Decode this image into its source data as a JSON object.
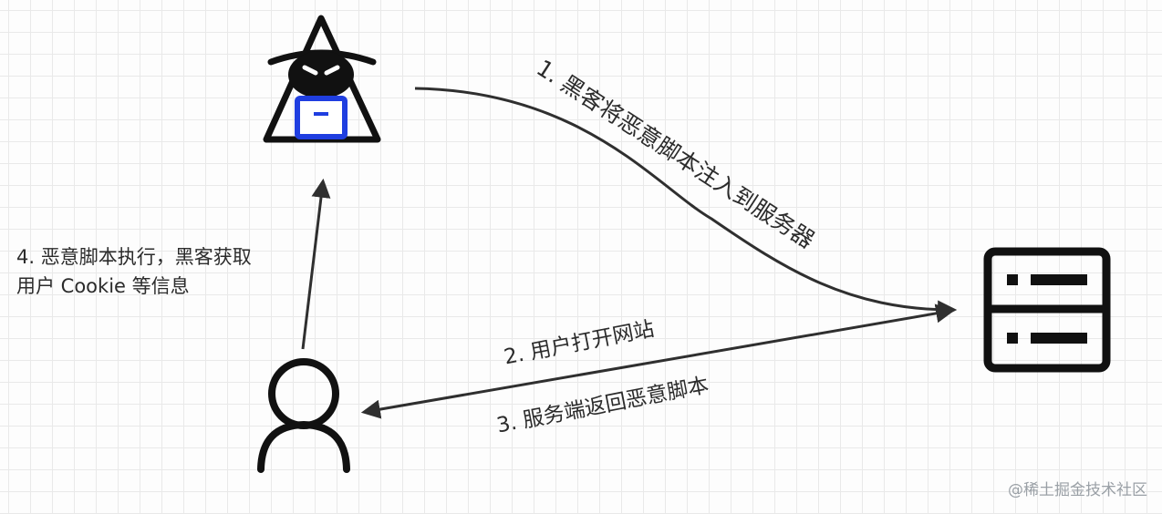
{
  "steps": {
    "step1": "1. 黑客将恶意脚本注入到服务器",
    "step2": "2. 用户打开网站",
    "step3": "3. 服务端返回恶意脚本",
    "step4_line1": "4. 恶意脚本执行，黑客获取",
    "step4_line2": "用户 Cookie 等信息"
  },
  "watermark": "@稀土掘金技术社区",
  "icons": {
    "hacker": "hacker-icon",
    "server": "server-icon",
    "user": "user-icon"
  },
  "colors": {
    "line": "#2f2f2f",
    "laptop": "#1f3ee0",
    "grid": "#e9e9e9",
    "watermark": "#9aa0a6"
  }
}
